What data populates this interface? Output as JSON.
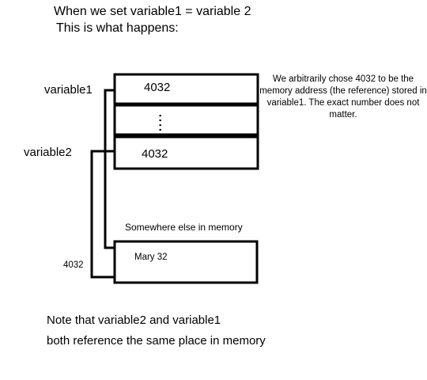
{
  "heading": {
    "line1": "When we set variable1 = variable 2",
    "line2": "This is what happens:"
  },
  "labels": {
    "variable1": "variable1",
    "variable2": "variable2",
    "reference_value": "4032"
  },
  "memory_cells": {
    "cell1_value": "4032",
    "ellipsis": ":",
    "cell3_value": "4032"
  },
  "annotation": "We arbitrarily chose 4032 to be the memory address (the reference) stored in variable1.  The exact number does not matter.",
  "elsewhere": {
    "caption": "Somewhere else in memory",
    "object_value": "Mary 32"
  },
  "footer": {
    "line1": "Note that variable2 and variable1",
    "line2": "both reference the same place in memory"
  }
}
